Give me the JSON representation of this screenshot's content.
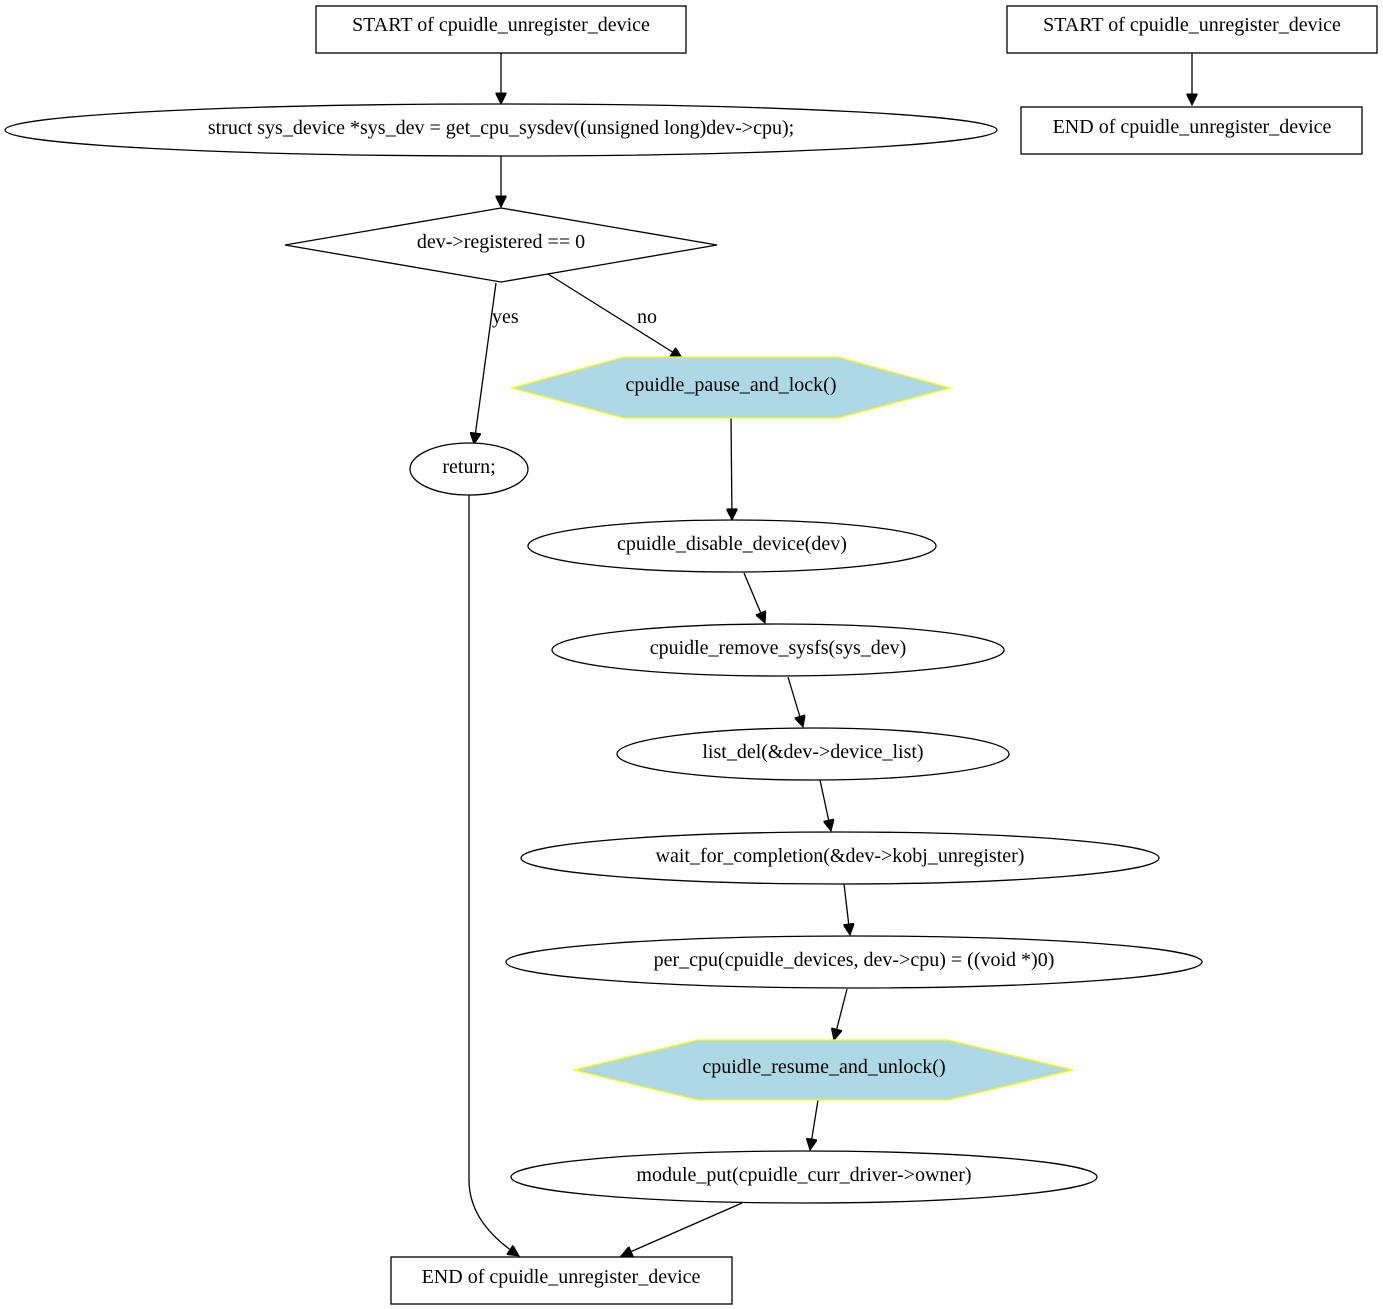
{
  "colors": {
    "call_fill": "#add8e6",
    "call_stroke": "#ffff00",
    "default_fill": "#ffffff",
    "line": "#000000"
  },
  "nodes": {
    "start_main": "START of cpuidle_unregister_device",
    "sysdev": "struct sys_device *sys_dev = get_cpu_sysdev((unsigned long)dev->cpu);",
    "cond": "dev->registered == 0",
    "pause": "cpuidle_pause_and_lock()",
    "ret": "return;",
    "disable": "cpuidle_disable_device(dev)",
    "remove": "cpuidle_remove_sysfs(sys_dev)",
    "listdel": "list_del(&dev->device_list)",
    "wait": "wait_for_completion(&dev->kobj_unregister)",
    "percpu": "per_cpu(cpuidle_devices, dev->cpu) = ((void *)0)",
    "resume": "cpuidle_resume_and_unlock()",
    "modput": "module_put(cpuidle_curr_driver->owner)",
    "end_main": "END of cpuidle_unregister_device",
    "start_side": "START of cpuidle_unregister_device",
    "end_side": "END of cpuidle_unregister_device"
  },
  "edge_labels": {
    "yes": "yes",
    "no": "no"
  }
}
